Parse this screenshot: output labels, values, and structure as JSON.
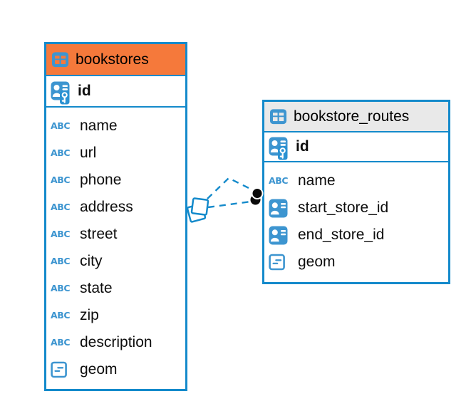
{
  "canvas": {
    "background": "#ffffff"
  },
  "colors": {
    "accent_blue": "#148ACB",
    "icon_blue": "#3D95D0",
    "icon_blue_alt": "#2B92D2",
    "orange_header": "#F5793B",
    "gray_header": "#E9E9E9",
    "row_text": "#0D0D0D",
    "marker_black": "#0A0A0A"
  },
  "icons": {
    "text_type_label": "ABC",
    "table_icon": "table-grid-icon",
    "primary_key_icon": "person-key-icon",
    "reference_icon": "person-card-icon",
    "geometry_icon": "geometry-square-icon"
  },
  "diagram": {
    "tables": [
      {
        "name": "bookstores",
        "header_style": "orange",
        "primary_key": {
          "name": "id",
          "type": "primary-key"
        },
        "columns": [
          {
            "name": "name",
            "type": "text"
          },
          {
            "name": "url",
            "type": "text"
          },
          {
            "name": "phone",
            "type": "text"
          },
          {
            "name": "address",
            "type": "text"
          },
          {
            "name": "street",
            "type": "text"
          },
          {
            "name": "city",
            "type": "text"
          },
          {
            "name": "state",
            "type": "text"
          },
          {
            "name": "zip",
            "type": "text"
          },
          {
            "name": "description",
            "type": "text"
          },
          {
            "name": "geom",
            "type": "geometry"
          }
        ]
      },
      {
        "name": "bookstore_routes",
        "header_style": "gray",
        "primary_key": {
          "name": "id",
          "type": "primary-key"
        },
        "columns": [
          {
            "name": "name",
            "type": "text"
          },
          {
            "name": "start_store_id",
            "type": "reference"
          },
          {
            "name": "end_store_id",
            "type": "reference"
          },
          {
            "name": "geom",
            "type": "geometry"
          }
        ]
      }
    ],
    "relationship": {
      "between": [
        "bookstores",
        "bookstore_routes"
      ],
      "line_style": "dashed",
      "line_count": 2,
      "left_marker": "stacked-squares",
      "right_marker": "stacked-black-dots"
    }
  }
}
